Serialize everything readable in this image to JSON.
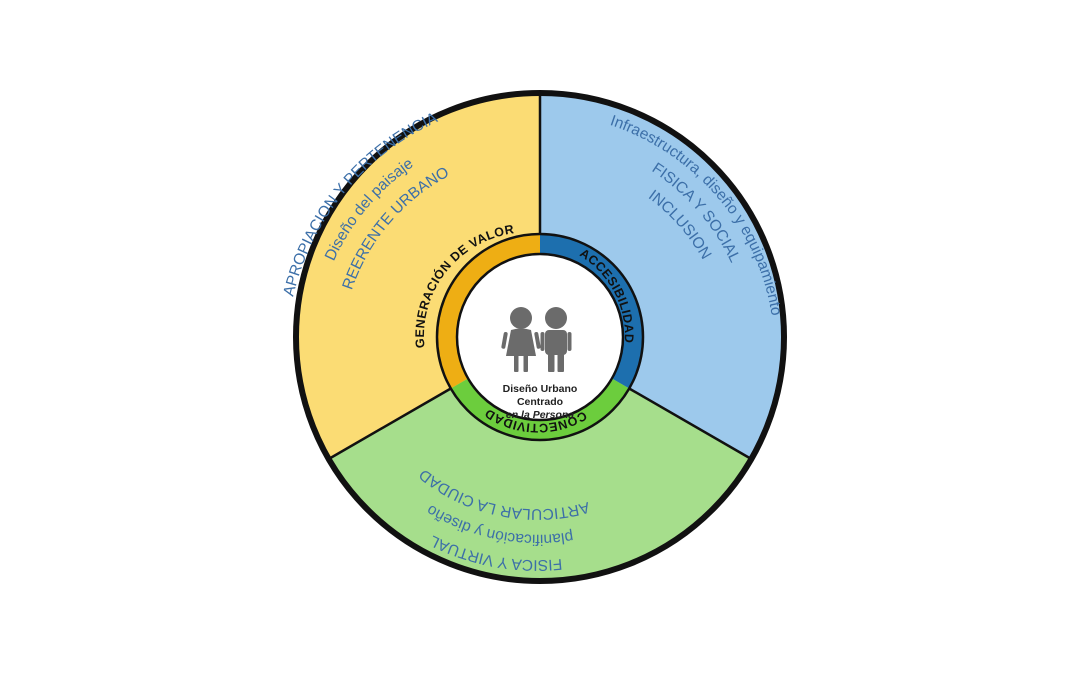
{
  "colors": {
    "yellow_outer": "#fbdc74",
    "blue_outer": "#9dc9ec",
    "green_outer": "#a6de8c",
    "yellow_ring": "#eeae14",
    "blue_ring": "#1d6fae",
    "green_ring": "#6ccd3d",
    "outline": "#111111",
    "outer_text": "#3c6fa8",
    "ring_text": "#111111",
    "person_fill": "#6b6b6b",
    "center_fill": "#ffffff"
  },
  "outer": {
    "yellow": {
      "lines": [
        "APROPIACION Y PERTENENCIA",
        "Diseño del paisaje",
        "REERENTE URBANO"
      ]
    },
    "blue": {
      "lines": [
        "FISICA Y SOCIAL",
        "Infraestructura, diseño y equipamiento",
        "INCLUSION"
      ]
    },
    "green": {
      "lines": [
        "ARTICULAR LA CIUDAD",
        "planificación y diseño",
        "FISICA Y VIRTUAL"
      ]
    }
  },
  "ring": {
    "yellow": "GENERACIÓN DE VALOR",
    "blue": "ACCESIBILIDAD",
    "green": "CONECTIVIDAD"
  },
  "center": {
    "icon": "two-people-icon",
    "lines": [
      "Diseño Urbano",
      "Centrado",
      "en la Persona"
    ]
  }
}
